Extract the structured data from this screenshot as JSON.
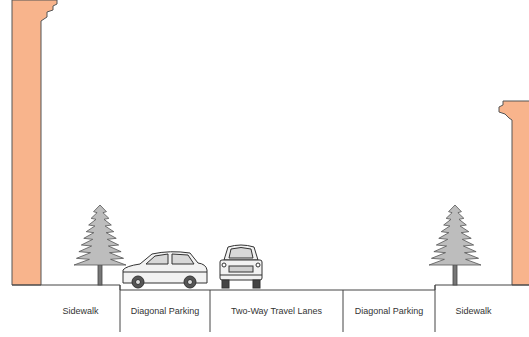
{
  "diagram": {
    "labels": [
      "Sidewalk",
      "Diagonal Parking",
      "Two-Way Travel Lanes",
      "Diagonal Parking",
      "Sidewalk"
    ]
  }
}
